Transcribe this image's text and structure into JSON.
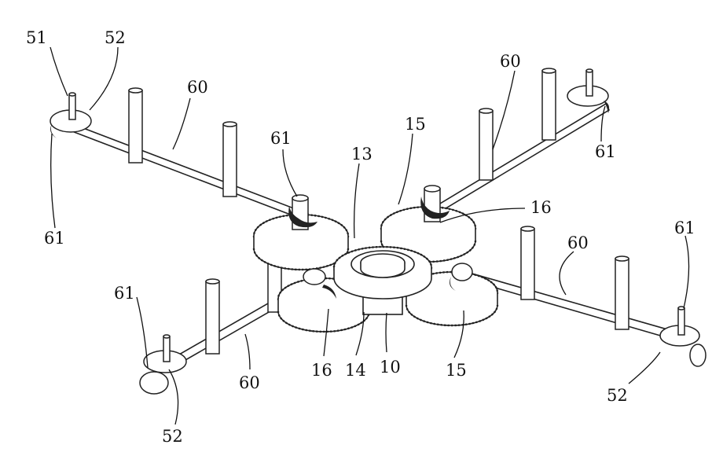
{
  "labels": {
    "l51": "51",
    "l52_topleft": "52",
    "l60_topleft": "60",
    "l61_topleft_gear": "61",
    "l13": "13",
    "l15_top": "15",
    "l60_topright": "60",
    "l61_topright": "61",
    "l61_left": "61",
    "l16_right": "16",
    "l60_right": "60",
    "l61_right": "61",
    "l61_bottomleft": "61",
    "l60_bottomleft": "60",
    "l16_bottom": "16",
    "l14": "14",
    "l10": "10",
    "l15_bottom": "15",
    "l52_bottomright": "52",
    "l52_bottomleft": "52"
  }
}
